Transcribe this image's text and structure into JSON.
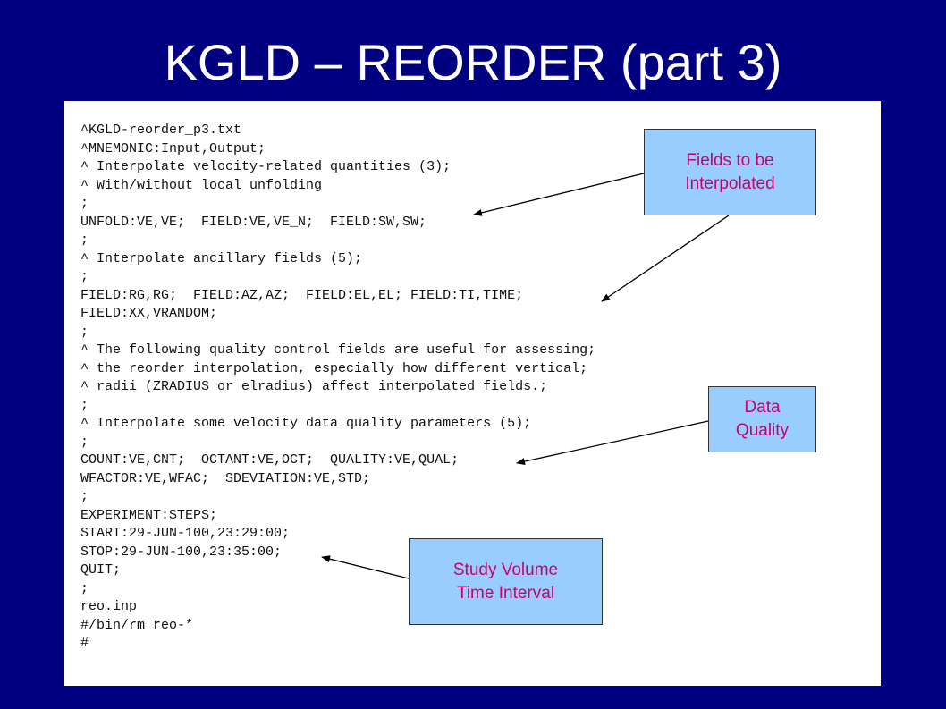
{
  "slide": {
    "title": "KGLD – REORDER (part 3)"
  },
  "code_lines": [
    "^KGLD-reorder_p3.txt",
    "^MNEMONIC:Input,Output;",
    "^ Interpolate velocity-related quantities (3);",
    "^ With/without local unfolding",
    ";",
    "UNFOLD:VE,VE;  FIELD:VE,VE_N;  FIELD:SW,SW;",
    ";",
    "^ Interpolate ancillary fields (5);",
    ";",
    "FIELD:RG,RG;  FIELD:AZ,AZ;  FIELD:EL,EL; FIELD:TI,TIME;",
    "FIELD:XX,VRANDOM;",
    ";",
    "^ The following quality control fields are useful for assessing;",
    "^ the reorder interpolation, especially how different vertical;",
    "^ radii (ZRADIUS or elradius) affect interpolated fields.;",
    ";",
    "^ Interpolate some velocity data quality parameters (5);",
    ";",
    "COUNT:VE,CNT;  OCTANT:VE,OCT;  QUALITY:VE,QUAL;",
    "WFACTOR:VE,WFAC;  SDEVIATION:VE,STD;",
    ";",
    "EXPERIMENT:STEPS;",
    "START:29-JUN-100,23:29:00;",
    "STOP:29-JUN-100,23:35:00;",
    "QUIT;",
    ";",
    "reo.inp",
    "#/bin/rm reo-*",
    "#"
  ],
  "callouts": {
    "fields": {
      "line1": "Fields to be",
      "line2": "Interpolated"
    },
    "quality": {
      "line1": "Data",
      "line2": "Quality"
    },
    "study": {
      "line1": "Study Volume",
      "line2": "Time Interval"
    }
  },
  "colors": {
    "background": "#000080",
    "callout_fill": "#99ccff",
    "callout_text": "#cc0066"
  }
}
